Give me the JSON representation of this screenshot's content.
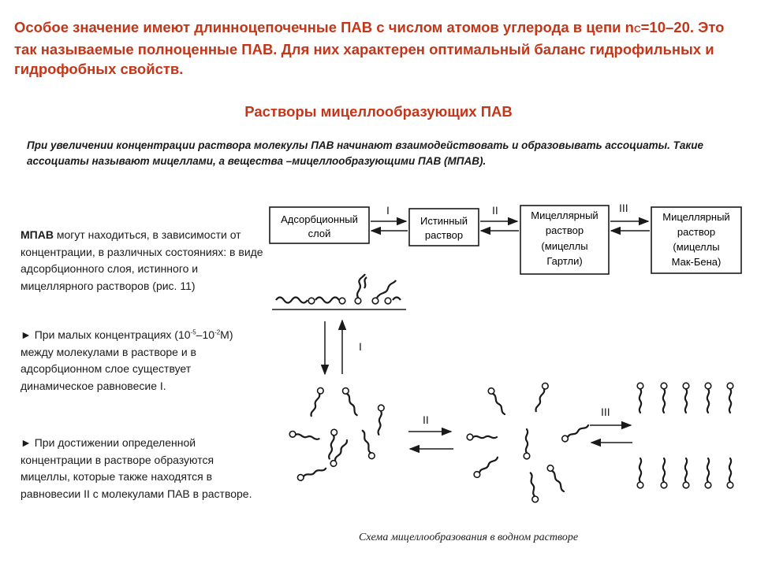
{
  "heading": {
    "part1": "Особое значение имеют длинноцепочечные ПАВ с числом атомов углерода в цепи n",
    "sub": "C",
    "part2": "=10–20. Это так называемые полноценные ПАВ. Для них характерен оптимальный баланс гидрофильных и гидрофобных свойств."
  },
  "section_title": "Растворы мицеллообразующих ПАВ",
  "intro": "При увеличении концентрации раствора молекулы ПАВ начинают взаимодействовать и образовывать ассоциаты. Такие ассоциаты называют мицеллами, а вещества –мицеллообразующими ПАВ (МПАВ).",
  "para1": {
    "bold": "МПАВ",
    "text": " могут находиться, в зависимости от концентрации, в различных состояниях: в виде адсорбционного слоя, истинного и мицеллярного растворов (рис. 11)"
  },
  "para2": {
    "before": "► При малых концентрациях (10",
    "exp1": "-5",
    "middle": "–10",
    "exp2": "-2",
    "after": "М) между молекулами в растворе и в адсорбционном слое существует динамическое равновесие I."
  },
  "para3": "► При достижении определенной концентрации в растворе образуются мицеллы, которые также находятся в равновесии II с молекулами ПАВ в растворе.",
  "flow": {
    "boxes": [
      [
        "Адсорбционный",
        "слой"
      ],
      [
        "Истинный",
        "раствор"
      ],
      [
        "Мицеллярный",
        "раствор",
        "(мицеллы",
        "Гартли)"
      ],
      [
        "Мицеллярный",
        "раствор",
        "(мицеллы",
        "Мак-Бена)"
      ]
    ],
    "labels": [
      "I",
      "II",
      "III"
    ]
  },
  "scheme_labels": [
    "I",
    "II",
    "III"
  ],
  "caption": "Схема мицеллообразования в водном растворе",
  "colors": {
    "accent": "#c4361a",
    "text": "#1a1a1a"
  }
}
